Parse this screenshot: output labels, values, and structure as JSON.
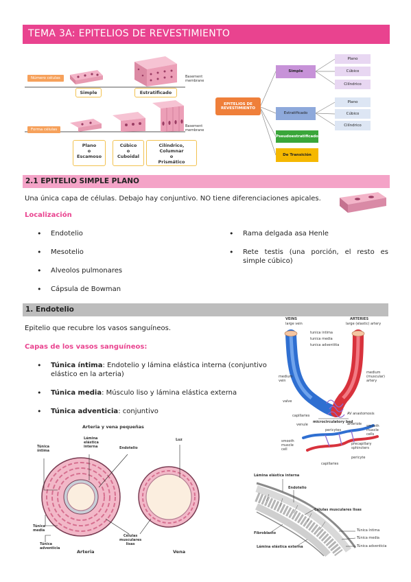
{
  "title": "TEMA 3A: EPITELIOS DE REVESTIMIENTO",
  "diagram_top": {
    "numero_celulas": "Número células",
    "forma_celulas": "Forma células",
    "simple": "Simple",
    "estratificado": "Estratificado",
    "basement_membrane": "Basement membrane",
    "plano_lines": [
      "Plano",
      "o",
      "Escamoso"
    ],
    "cubico_lines": [
      "Cúbico",
      "o",
      "Cuboidal"
    ],
    "cilindrico_lines": [
      "Cilíndrico, Columnar",
      "o",
      "Prismático"
    ]
  },
  "mindmap": {
    "root": "EPITELIOS DE REVESTIMIENTO",
    "simple": "Simple",
    "estratificado": "Estratificado",
    "pseudo": "Pseudoestratificado",
    "transicion": "De Transición",
    "simple_children": [
      "Plano",
      "Cúbico",
      "Cilíndrico"
    ],
    "estrat_children": [
      "Plano",
      "Cúbico",
      "Cilíndrico"
    ]
  },
  "section_1": {
    "heading": "2.1 EPITELIO SIMPLE PLANO",
    "intro": "Una única capa de células. Debajo hay conjuntivo. NO tiene diferenciaciones apicales.",
    "localizacion": "Localización",
    "loc_left": [
      "Endotelio",
      "Mesotelio",
      "Alveolos pulmonares",
      "Cápsula de Bowman"
    ],
    "loc_right": [
      "Rama delgada asa Henle"
    ],
    "rete_line1": "Rete testis (una porción, el resto es",
    "rete_line2": "simple cúbico)"
  },
  "section_2": {
    "heading": "1. Endotelio",
    "intro": "Epitelio que recubre los vasos sanguíneos.",
    "capas_heading": "Capas de los vasos sanguíneos:",
    "capas": [
      {
        "term": "Túnica íntima",
        "desc": ": Endotelio y lámina elástica interna (conjuntivo",
        "desc2": "elástico en la arteria)"
      },
      {
        "term": "Túnica media",
        "desc": ": Músculo liso y lámina elástica externa",
        "desc2": ""
      },
      {
        "term": "Túnica adventicia",
        "desc": ": conjuntivo",
        "desc2": ""
      }
    ]
  },
  "vessels_fig": {
    "veins": "VEINS",
    "veins_sub": "large vein",
    "arteries": "ARTERIES",
    "arteries_sub": "large (elastic) artery",
    "tunica_intima": "tunica intima",
    "tunica_media": "tunica media",
    "tunica_adventitia": "tunica adventitia",
    "medium_vein_lines": [
      "medium",
      "vein"
    ],
    "medium_artery_lines": [
      "medium",
      "(muscular)",
      "artery"
    ],
    "valve": "valve",
    "capillaries": "capillaries",
    "av_anastomosis": "AV anastomosis",
    "microcirculatory_bed": "microcirculatory bed",
    "venule": "venule",
    "arteriole": "arteriole",
    "pericytes": "pericytes",
    "smooth_muscle_cells_lines": [
      "smooth",
      "muscle",
      "cells"
    ],
    "smooth_muscle_cell_lines": [
      "smooth",
      "muscle",
      "cell"
    ],
    "precapillary_lines": [
      "precapillary",
      "sphincters"
    ],
    "pericyte": "pericyte",
    "capillaries2": "capillaries"
  },
  "artery_vein_fig": {
    "title": "Arteria y vena pequeñas",
    "tunica_intima_lines": [
      "Túnica",
      "íntima"
    ],
    "lamina_lines": [
      "Lámina",
      "elástica",
      "interna"
    ],
    "endotelio": "Endotelio",
    "luz": "Luz",
    "tunica_media_lines": [
      "Túnica",
      "media"
    ],
    "tunica_adventicia_lines": [
      "Túnica",
      "adventicia"
    ],
    "celulas_lines": [
      "Células",
      "musculares",
      "lisas"
    ],
    "arteria": "Arteria",
    "vena": "Vena"
  },
  "wall_fig": {
    "lamina_interna": "Lámina elástica interna",
    "endotelio": "Endotelio",
    "celulas": "Células musculares lisas",
    "fibroblasto": "Fibroblasto",
    "lamina_externa": "Lámina elástica externa",
    "t_intima": "Túnica íntima",
    "t_media": "Túnica media",
    "t_adventicia": "Túnica adventicia"
  },
  "colors": {
    "accent": "#e9438f",
    "section": "#f4a3c7",
    "gray": "#bdbdbd"
  }
}
